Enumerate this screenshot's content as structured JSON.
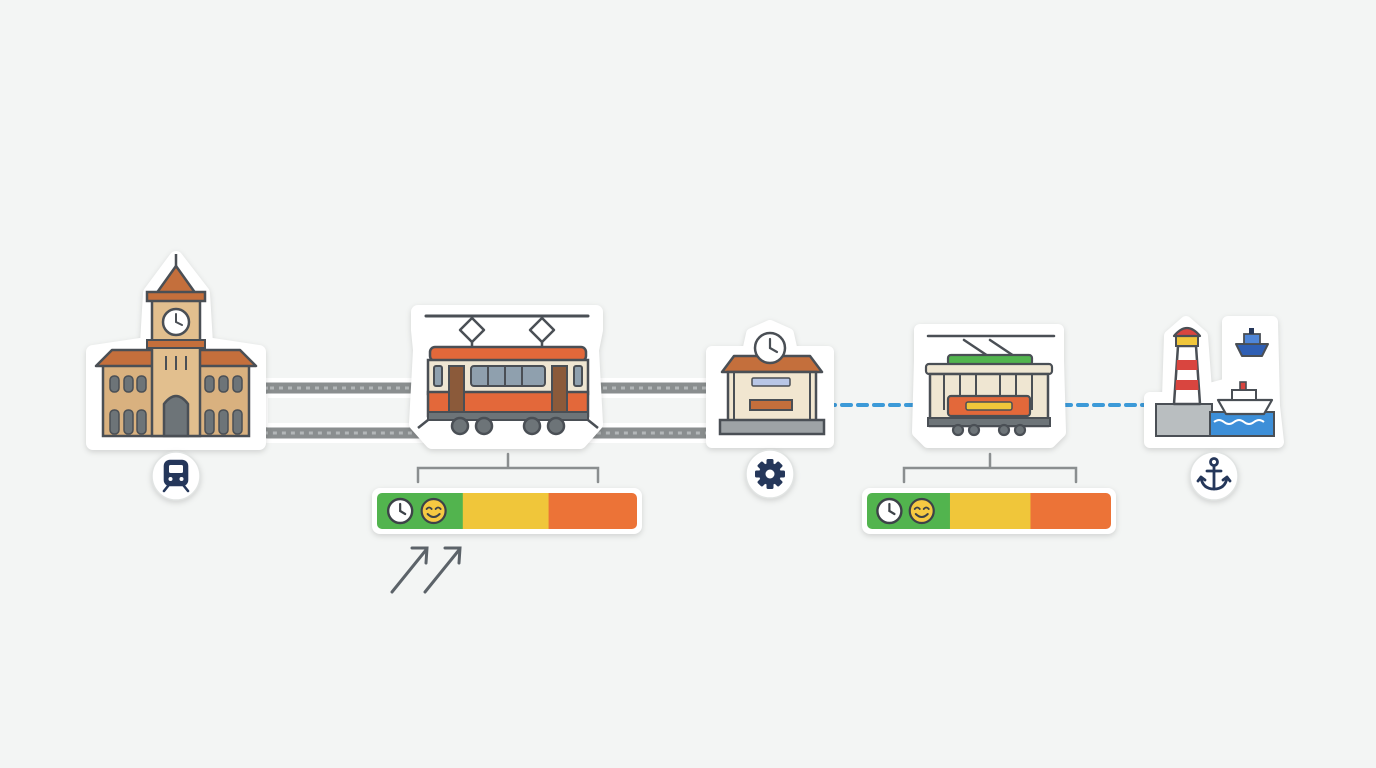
{
  "colors": {
    "background": "#f3f5f4",
    "rail": "#8a8e8f",
    "rail_dashed": "#3c9ad8",
    "navy": "#25375a",
    "outline": "#4a4f55",
    "sticker_border": "#ffffff",
    "building_tan": "#d9b17f",
    "roof_brown": "#c46f3c",
    "tram_orange": "#e3683a",
    "tram_cream": "#efe6d2",
    "tram_green": "#52b44e",
    "bar_green": "#52b44e",
    "bar_yellow": "#f0c63a",
    "bar_orange": "#ec7337",
    "lighthouse_red": "#d9453f",
    "water_blue": "#3d8fd8"
  },
  "nodes": [
    {
      "id": "terminal",
      "illustration": "clock-tower-station",
      "badge_icon": "train-icon"
    },
    {
      "id": "tram",
      "illustration": "electric-tram"
    },
    {
      "id": "shelter",
      "illustration": "tram-stop-shelter",
      "badge_icon": "gear-icon"
    },
    {
      "id": "cable-car",
      "illustration": "cable-car"
    },
    {
      "id": "harbor",
      "illustration": "lighthouse-harbor",
      "badge_icon": "anchor-icon"
    }
  ],
  "connections": [
    {
      "from": "terminal",
      "to": "shelter",
      "style": "double-rail"
    },
    {
      "from": "shelter",
      "to": "cable-car",
      "style": "dashed"
    },
    {
      "from": "cable-car",
      "to": "harbor",
      "style": "dashed"
    }
  ],
  "scales": [
    {
      "under": "tram",
      "icons": [
        "clock-icon",
        "smile-icon"
      ],
      "segments": [
        0.33,
        0.33,
        0.34
      ],
      "trend_icon": "double-arrow-up-icon"
    },
    {
      "under": "cable-car",
      "icons": [
        "clock-icon",
        "smile-icon"
      ],
      "segments": [
        0.34,
        0.33,
        0.33
      ]
    }
  ]
}
